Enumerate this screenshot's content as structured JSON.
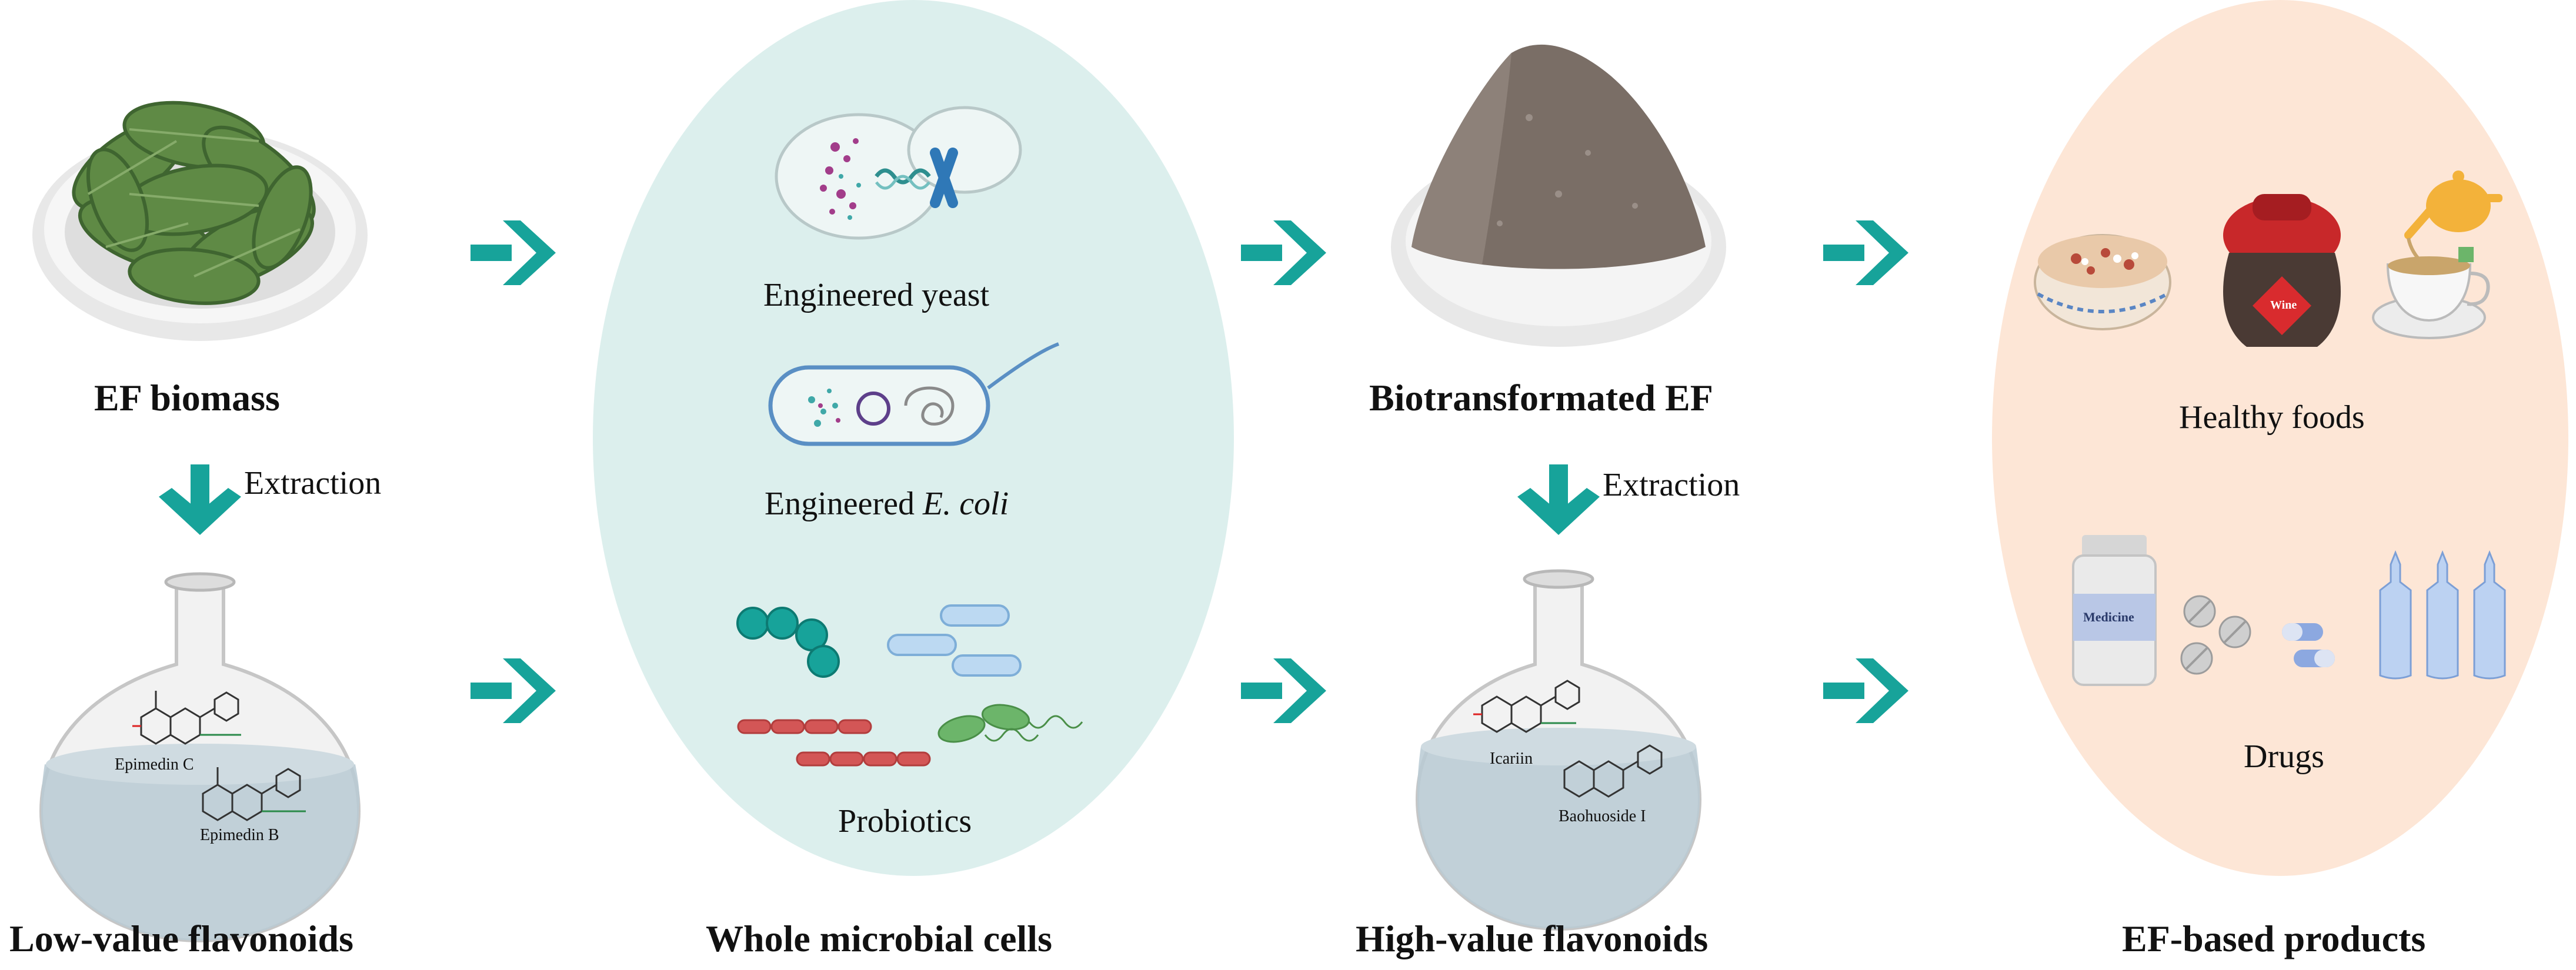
{
  "stages": {
    "ef_biomass": "EF biomass",
    "low_value": "Low-value flavonoids",
    "whole_cells": "Whole microbial cells",
    "biotransformed": "Biotransformated EF",
    "high_value": "High-value flavonoids",
    "products": "EF-based products"
  },
  "steps": {
    "extraction_1": "Extraction",
    "extraction_2": "Extraction"
  },
  "microbes": {
    "yeast": "Engineered yeast",
    "ecoli_prefix": "Engineered ",
    "ecoli_italic": "E. coli",
    "probiotics": "Probiotics"
  },
  "compounds": {
    "epimedin_c": "Epimedin C",
    "epimedin_b": "Epimedin B",
    "icariin": "Icariin",
    "baohuoside": "Baohuoside I"
  },
  "products": {
    "healthy_foods": "Healthy foods",
    "drugs": "Drugs",
    "wine_label": "Wine",
    "medicine_label": "Medicine"
  },
  "colors": {
    "arrow": "#17a39a",
    "cells_bg": "#dcefed",
    "products_bg": "#fde6d6",
    "leaf": "#5f8a45",
    "powder": "#7a6e66",
    "flask_liquid": "#b9cad3"
  }
}
